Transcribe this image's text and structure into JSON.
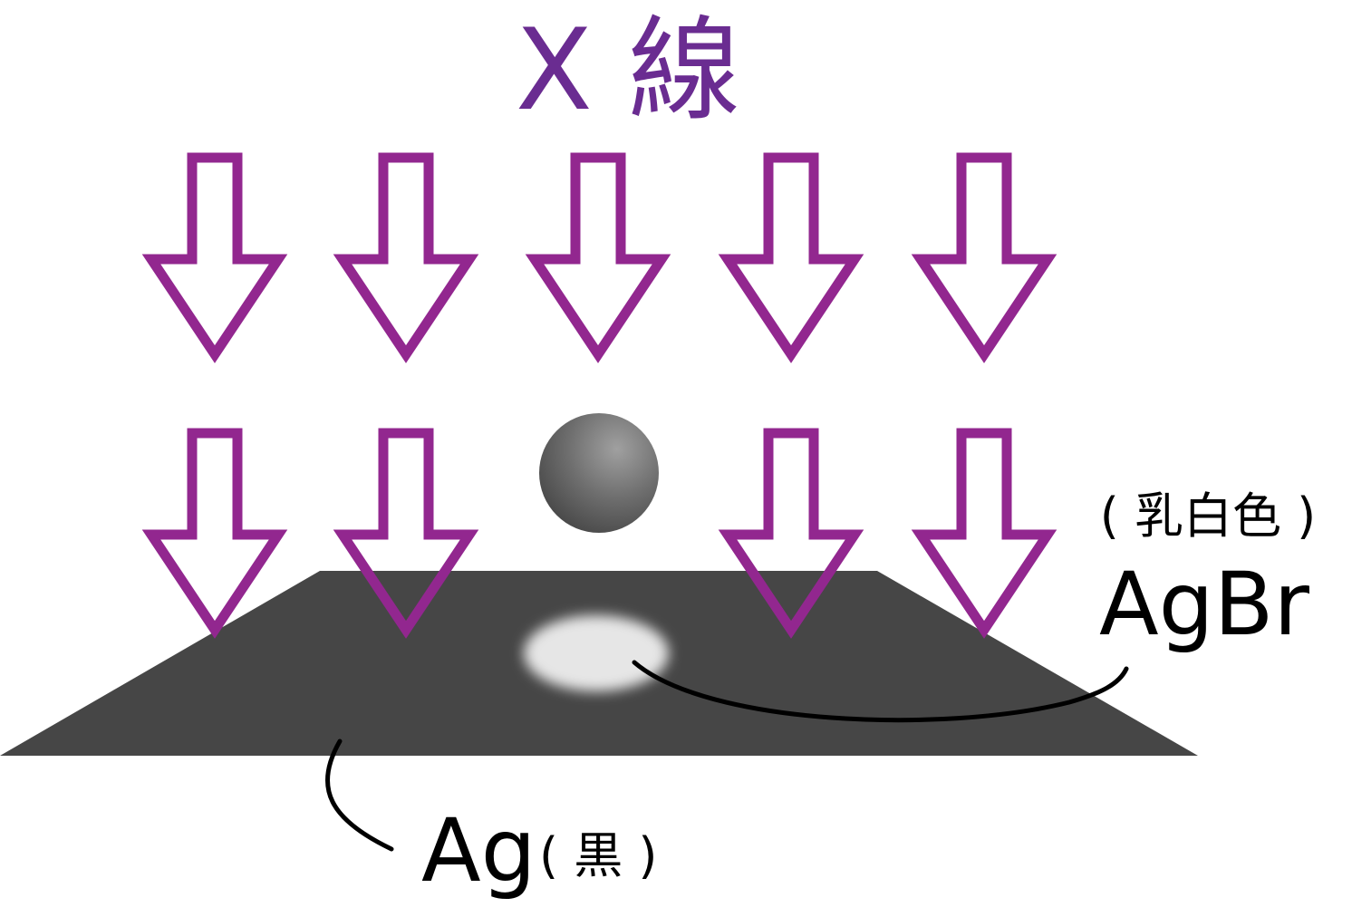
{
  "title": "X 線",
  "labels": {
    "agbr_color": "( 乳白色 )",
    "agbr": "AgBr",
    "ag": "Ag",
    "ag_color": "( 黒 )"
  },
  "colors": {
    "title": "#6a2c91",
    "arrow_stroke": "#92278f",
    "film": "#464646",
    "unexposed_spot": "#e6e6e6",
    "sphere_dark": "#4a4a4a",
    "sphere_light": "#9a9a9a"
  },
  "icons": {
    "arrow": "down-arrow-outline-icon",
    "object": "sphere-icon"
  }
}
